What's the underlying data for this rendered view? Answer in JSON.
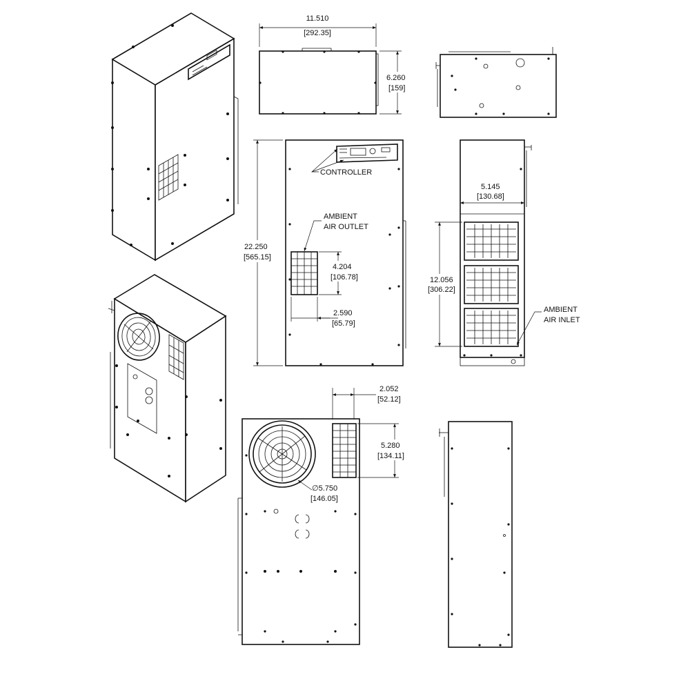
{
  "labels": {
    "controller": "CONTROLLER",
    "ambient_air_outlet": [
      "AMBIENT",
      "AIR OUTLET"
    ],
    "ambient_air_inlet": [
      "AMBIENT",
      "AIR INLET"
    ]
  },
  "dimensions": {
    "top_width": {
      "in": "11.510",
      "mm": "[292.35]"
    },
    "top_depth": {
      "in": "6.260",
      "mm": "[159]"
    },
    "height": {
      "in": "22.250",
      "mm": "[565.15]"
    },
    "outlet_height": {
      "in": "4.204",
      "mm": "[106.78]"
    },
    "outlet_offset": {
      "in": "2.590",
      "mm": "[65.79]"
    },
    "side_width": {
      "in": "5.145",
      "mm": "[130.68]"
    },
    "inlet_height": {
      "in": "12.056",
      "mm": "[306.22]"
    },
    "rear_grille_width": {
      "in": "2.052",
      "mm": "[52.12]"
    },
    "rear_grille_height": {
      "in": "5.280",
      "mm": "[134.11]"
    },
    "fan_diameter": {
      "in": "∅5.750",
      "mm": "[146.05]"
    }
  }
}
